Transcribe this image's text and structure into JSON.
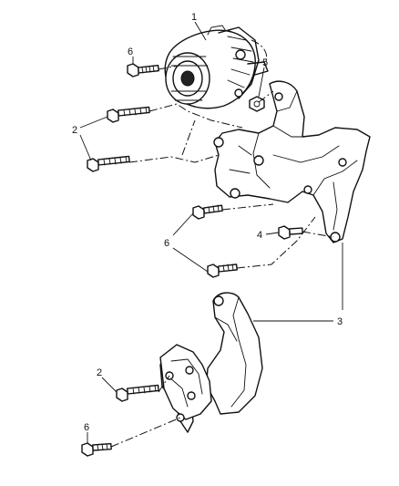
{
  "callouts": {
    "c1": "1",
    "c2_top": "2",
    "c2_bottom": "2",
    "c3": "3",
    "c4": "4",
    "c5": "5",
    "c6_top": "6",
    "c6_mid": "6",
    "c6_bottom": "6"
  }
}
